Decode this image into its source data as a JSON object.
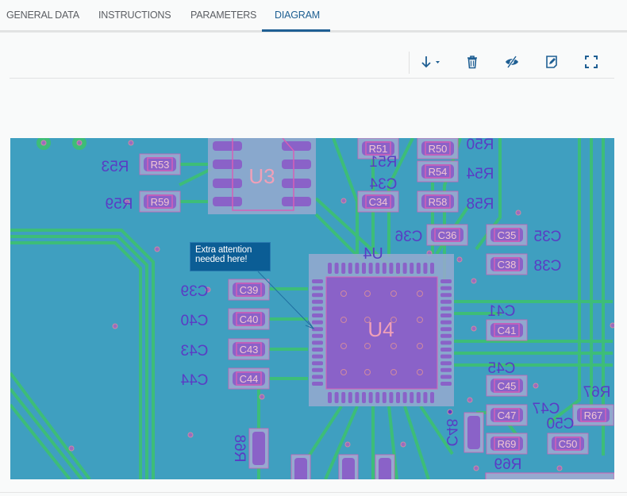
{
  "tabs": [
    {
      "label": "GENERAL DATA",
      "active": false
    },
    {
      "label": "INSTRUCTIONS",
      "active": false
    },
    {
      "label": "PARAMETERS",
      "active": false
    },
    {
      "label": "DIAGRAM",
      "active": true
    }
  ],
  "toolbar": {
    "buttons": [
      {
        "name": "download",
        "icon": "arrow-down-icon",
        "has_dropdown": true
      },
      {
        "name": "delete",
        "icon": "trash-icon"
      },
      {
        "name": "hide",
        "icon": "eye-slash-icon"
      },
      {
        "name": "edit",
        "icon": "edit-note-icon"
      },
      {
        "name": "fullscreen",
        "icon": "fullscreen-icon"
      }
    ],
    "accent": "#1f5f93"
  },
  "diagram": {
    "callout": "Extra attention needed here!",
    "colors": {
      "board": "#3f9fc0",
      "trace": "#3dbd78",
      "pad": "#8a62c8",
      "outline": "#d660b6",
      "silk": "#5a3cc4",
      "courtyard": "#96a9cf"
    },
    "chips": [
      {
        "ref": "U3"
      },
      {
        "ref": "U4"
      }
    ],
    "components": [
      {
        "ref": "R53"
      },
      {
        "ref": "R59"
      },
      {
        "ref": "R51"
      },
      {
        "ref": "R50"
      },
      {
        "ref": "R54"
      },
      {
        "ref": "C34"
      },
      {
        "ref": "R58"
      },
      {
        "ref": "C36"
      },
      {
        "ref": "C35"
      },
      {
        "ref": "C38"
      },
      {
        "ref": "C39"
      },
      {
        "ref": "C40"
      },
      {
        "ref": "C43"
      },
      {
        "ref": "C44"
      },
      {
        "ref": "C41"
      },
      {
        "ref": "C45"
      },
      {
        "ref": "C47"
      },
      {
        "ref": "R67"
      },
      {
        "ref": "R69"
      },
      {
        "ref": "C50"
      }
    ],
    "vertical_components": [
      {
        "ref": "R68"
      },
      {
        "ref": "C48"
      }
    ]
  }
}
